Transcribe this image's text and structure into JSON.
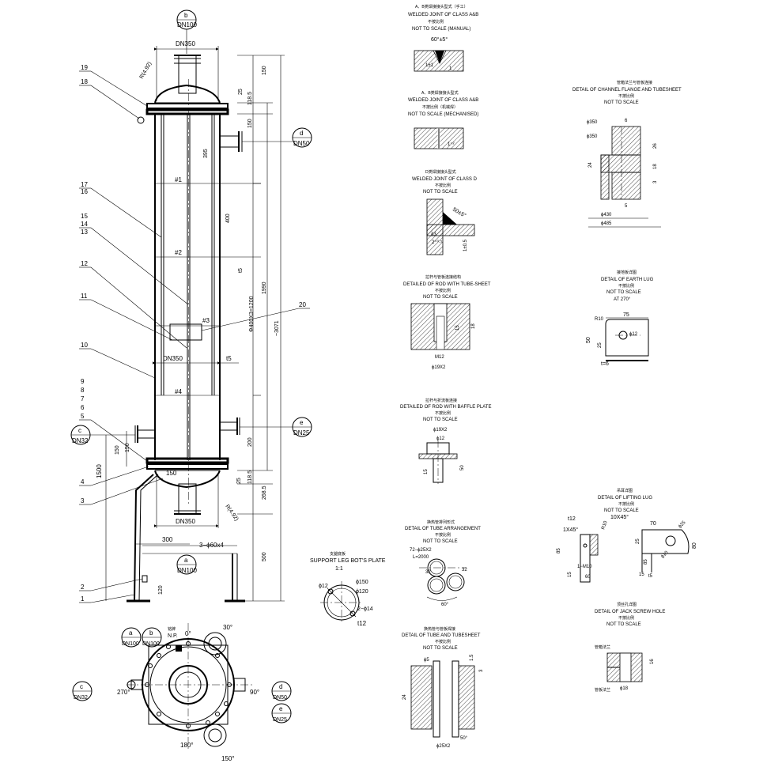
{
  "main_view": {
    "nozzle_b_letter": "b",
    "nozzle_b_size": "DN100",
    "nozzle_d_letter": "d",
    "nozzle_d_size": "DN50",
    "nozzle_c_letter": "c",
    "nozzle_c_size": "DN32",
    "nozzle_e_letter": "e",
    "nozzle_e_size": "DN25",
    "nozzle_a_letter": "a",
    "nozzle_a_size": "DN100",
    "dn350_top": "DN350",
    "dn350_mid": "DN350",
    "dn350_bottom": "DN350",
    "r_top": "R(4.92)",
    "r_bottom": "R(4.92)",
    "baffles": [
      "#1",
      "#2",
      "#3",
      "#4"
    ],
    "dims_right": [
      "150",
      "25",
      "118.5",
      "150",
      "395",
      "400",
      "t5",
      "Φ400X3=1200",
      "1990",
      "~3071",
      "200",
      "150",
      "25",
      "118.5",
      "268.5",
      "500"
    ],
    "t5_mid": "t5",
    "dim_150_bottom": "150",
    "dim_150_left": "150",
    "dim_1500": "1500",
    "dim_300": "300",
    "dim_3_60x4": "3−ϕ60x4",
    "dim_120": "120",
    "parts": [
      "19",
      "18",
      "17",
      "16",
      "15",
      "14",
      "13",
      "12",
      "11",
      "10",
      "9",
      "8",
      "7",
      "6",
      "5",
      "4",
      "3",
      "2",
      "1",
      "20"
    ]
  },
  "plan_view": {
    "angles": [
      "30°",
      "0°",
      "90°",
      "270°",
      "180°",
      "150°"
    ],
    "np_label": "N.P.",
    "np_cn": "铭牌",
    "nozzles": [
      {
        "letter": "a",
        "size": "DN100"
      },
      {
        "letter": "b",
        "size": "DN100"
      },
      {
        "letter": "c",
        "size": "DN32"
      },
      {
        "letter": "d",
        "size": "DN50"
      },
      {
        "letter": "e",
        "size": "DN25"
      }
    ]
  },
  "support_plate": {
    "cn": "支腿底板",
    "title": "SUPPORT LEG BOT'S PLATE",
    "scale": "1:1",
    "dims": [
      "ϕ12",
      "ϕ150",
      "ϕ120",
      "2−ϕ14",
      "t12"
    ]
  },
  "weld_ab_manual": {
    "cn": "A、B类焊接接头型式（手工）",
    "title": "WELDED JOINT OF CLASS A&B",
    "scale_cn": "不按比例",
    "scale": "NOT TO SCALE (MANUAL)",
    "angle": "60°±5°",
    "gap": "1±1",
    "root": "1"
  },
  "weld_ab_mech": {
    "cn": "A、B类焊接接头型式",
    "title": "WELDED JOINT OF CLASS A&B",
    "scale_cn": "不按比例（机械焊）",
    "scale": "NOT TO SCALE (MECHANISED)",
    "gap": "1⁺²"
  },
  "weld_d": {
    "cn": "D类焊接接头型式",
    "title": "WELDED JOINT OF CLASS D",
    "scale_cn": "不按比例",
    "scale": "NOT TO SCALE",
    "angle": "50±5°",
    "dims": [
      "δ3",
      "2⁺⁰·⁵",
      "1±0.5"
    ]
  },
  "rod_tubesheet": {
    "cn": "拉杆与管板连接结构",
    "title": "DETAILED OF ROD WITH TUBE-SHEET",
    "scale_cn": "不按比例",
    "scale": "NOT TO SCALE",
    "dims": [
      "15",
      "18",
      "M12",
      "ϕ19X2"
    ]
  },
  "rod_baffle": {
    "cn": "拉杆与折流板连接",
    "title": "DETAILED OF ROD WITH BAFFLE PLATE",
    "scale_cn": "不按比例",
    "scale": "NOT TO SCALE",
    "dims": [
      "ϕ19X2",
      "ϕ12",
      "50",
      "15"
    ]
  },
  "tube_arrangement": {
    "cn": "换热管排列形式",
    "title": "DETAIL OF TUBE ARRANGEMENT",
    "scale_cn": "不按比例",
    "scale": "NOT TO SCALE",
    "spec": "72−ϕ25X2",
    "length": "L=2000",
    "pitch_a": "32",
    "pitch_b": "32",
    "angle": "60°"
  },
  "tube_tubesheet": {
    "cn": "换热管与管板焊接",
    "title": "DETAIL OF TUBE AND TUBESHEET",
    "scale_cn": "不按比例",
    "scale": "NOT TO SCALE",
    "dims": [
      "ϕ5",
      "1.5",
      "3",
      "24",
      "ϕ25X2",
      "50°"
    ]
  },
  "channel_flange": {
    "cn": "管箱法兰与管板连接",
    "title": "DETAIL OF CHANNEL FLANGE AND TUBESHEET",
    "scale_cn": "不按比例",
    "scale": "NOT TO SCALE",
    "dims": [
      "ϕ350",
      "6",
      "ϕ350",
      "26",
      "24",
      "18",
      "3",
      "5",
      "ϕ430",
      "ϕ485"
    ]
  },
  "earth_lug": {
    "cn": "接地板详图",
    "title": "DETAIL OF EARTH LUG",
    "scale_cn": "不按比例",
    "scale": "NOT TO SCALE",
    "position": "AT 270°",
    "dims": [
      "R10",
      "75",
      "50",
      "ϕ12",
      "25",
      "t=6"
    ]
  },
  "lifting_lug": {
    "cn": "吊耳详图",
    "title": "DETAIL OF LIFTING LUG",
    "scale_cn": "不按比例",
    "scale": "NOT TO SCALE",
    "dims": [
      "t12",
      "1X45°",
      "R10",
      "10X45°",
      "70",
      "ϕ25",
      "25",
      "80",
      "85",
      "ϕ10",
      "15",
      "60",
      "1−M10",
      "t5",
      "85",
      "15"
    ]
  },
  "jack_screw": {
    "cn": "顶丝孔详图",
    "title": "DETAIL OF JACK SCREW HOLE",
    "scale_cn": "不按比例",
    "scale": "NOT TO SCALE",
    "label_top": "管箱法兰",
    "label_bottom": "管板法兰",
    "dims": [
      "16",
      "ϕ18"
    ]
  }
}
